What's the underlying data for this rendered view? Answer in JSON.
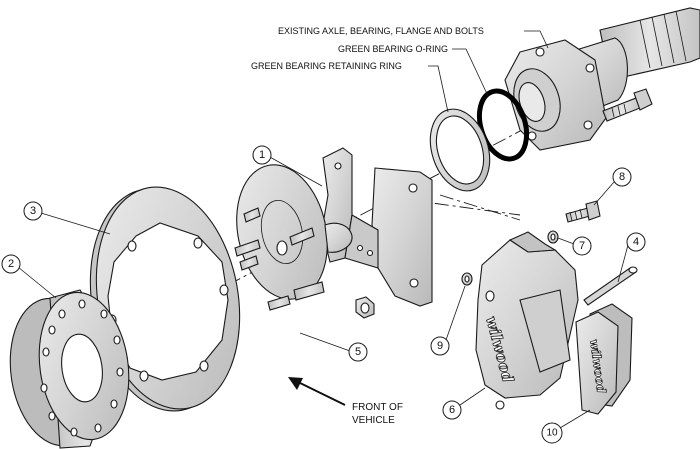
{
  "callouts": {
    "axle": "EXISTING AXLE, BEARING, FLANGE AND BOLTS",
    "o_ring": "GREEN BEARING O-RING",
    "retaining_ring": "GREEN BEARING RETAINING RING"
  },
  "direction_label": {
    "line1": "FRONT OF",
    "line2": "VEHICLE"
  },
  "part_numbers": {
    "n1": "1",
    "n2": "2",
    "n3": "3",
    "n4": "4",
    "n5": "5",
    "n6": "6",
    "n7": "7",
    "n8": "8",
    "n9": "9",
    "n10": "10"
  },
  "brand_marks": {
    "caliper": "wilwood",
    "pad": "wilwood"
  },
  "colors": {
    "part_fill": "#d9d9d9",
    "part_shade": "#bdbdbd",
    "o_ring": "#000000",
    "line": "#1a1a1a"
  }
}
